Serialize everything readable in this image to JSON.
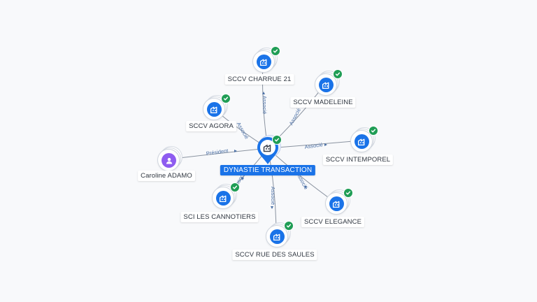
{
  "center": {
    "label": "DYNASTIE TRANSACTION",
    "icon": "company-building-icon",
    "verified": true
  },
  "nodes": [
    {
      "id": "charrue",
      "label": "SCCV CHARRUE 21",
      "type": "company",
      "verified": true,
      "relation": "Associé"
    },
    {
      "id": "madeleine",
      "label": "SCCV MADELEINE",
      "type": "company",
      "verified": true,
      "relation": "Associé"
    },
    {
      "id": "agora",
      "label": "SCCV AGORA",
      "type": "company",
      "verified": true,
      "relation": "Associé"
    },
    {
      "id": "intemporel",
      "label": "SCCV INTEMPOREL",
      "type": "company",
      "verified": true,
      "relation": "Associé"
    },
    {
      "id": "caroline",
      "label": "Caroline ADAMO",
      "type": "person",
      "verified": false,
      "relation": "Président"
    },
    {
      "id": "cannotiers",
      "label": "SCI LES CANNOTIERS",
      "type": "company",
      "verified": true,
      "relation": "Associé"
    },
    {
      "id": "elegance",
      "label": "SCCV ELEGANCE",
      "type": "company",
      "verified": true,
      "relation": "Associé"
    },
    {
      "id": "saules",
      "label": "SCCV RUE DES SAULES",
      "type": "company",
      "verified": true,
      "relation": "Associé"
    }
  ],
  "colors": {
    "company": "#1a73e8",
    "person": "#8e5cf0",
    "verified": "#1f9d55",
    "edge": "#8a93a0",
    "edge_label": "#4a6fa5",
    "background": "#f8f9fb"
  }
}
